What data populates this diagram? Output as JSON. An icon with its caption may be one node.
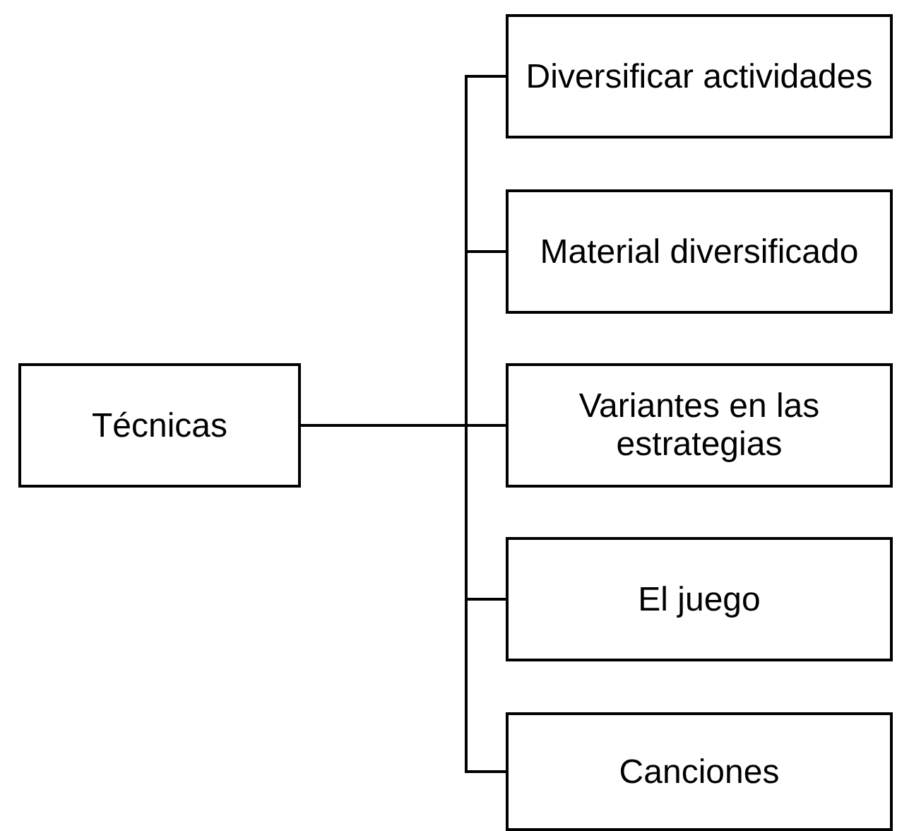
{
  "diagram": {
    "nodes": [
      {
        "text": [
          "Técnicas"
        ]
      },
      {
        "text": [
          "Diversificar actividades"
        ]
      },
      {
        "text": [
          "Material diversificado"
        ]
      },
      {
        "text": [
          "Variantes en las estrategias"
        ]
      },
      {
        "text": [
          "El juego"
        ]
      },
      {
        "text": [
          "Canciones"
        ]
      }
    ],
    "edges": [
      {
        "from": 0,
        "to": 1,
        "arrow": "none"
      },
      {
        "from": 0,
        "to": 2,
        "arrow": "none"
      },
      {
        "from": 0,
        "to": 3,
        "arrow": "none"
      },
      {
        "from": 0,
        "to": 4,
        "arrow": "none"
      },
      {
        "from": 0,
        "to": 5,
        "arrow": "none"
      }
    ]
  }
}
